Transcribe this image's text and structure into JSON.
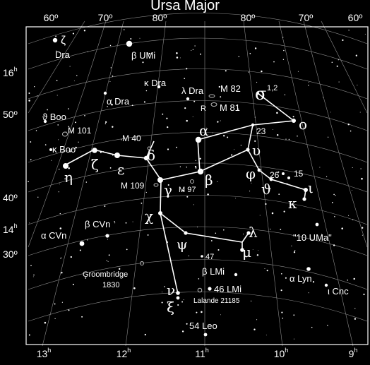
{
  "title": "Ursa Major",
  "top_dec_ticks": [
    "60º",
    "70º",
    "80º",
    "80º",
    "70º",
    "60º"
  ],
  "bottom_ra_ticks": [
    "13",
    "12",
    "11",
    "10",
    "9"
  ],
  "ra_superscript": "h",
  "left_ticks": [
    {
      "main": "16",
      "sup": "h"
    },
    {
      "main": "50º",
      "sup": ""
    },
    {
      "main": "40º",
      "sup": ""
    },
    {
      "main": "14",
      "sup": "h"
    },
    {
      "main": "30º",
      "sup": ""
    }
  ],
  "greek_labels": [
    "α",
    "β",
    "γ",
    "δ",
    "ε",
    "ζ",
    "η",
    "χ",
    "ψ",
    "λ",
    "μ",
    "ν",
    "ξ",
    "ι",
    "κ",
    "υ",
    "φ",
    "ϑ",
    "ο",
    "σ"
  ],
  "sigma_suffix": "1,2",
  "text_labels": [
    "ζ",
    "Dra",
    "β UMi",
    "κ Dra",
    "λ Dra",
    "M 82",
    "M 81",
    "R",
    "α Dra",
    "ϑ Boo",
    "M 101",
    "κ Boo",
    "M 40",
    "23",
    "26",
    "15",
    "M 109",
    "M 97",
    "\"10 UMa\"",
    "α CVn",
    "β CVn",
    "47",
    "Groombridge",
    "1830",
    "β LMi",
    "α Lyn",
    "46 LMi",
    "Lalande 21185",
    "ι Cnc",
    "54 Leo"
  ]
}
